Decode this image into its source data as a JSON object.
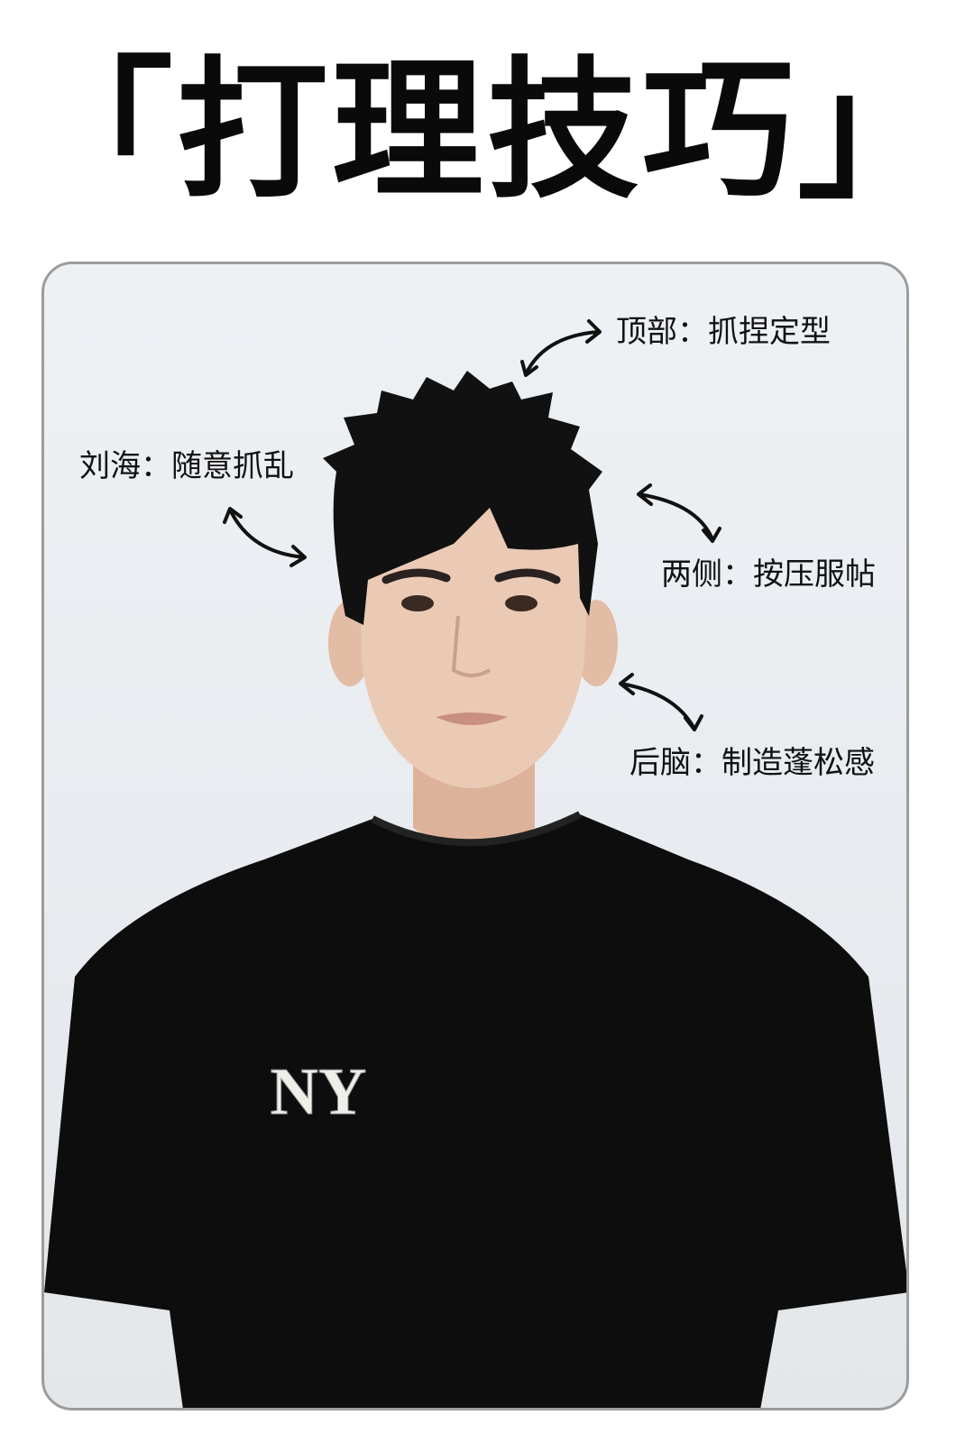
{
  "title": "「打理技巧」",
  "annotations": {
    "top": "顶部：抓捏定型",
    "bangs": "刘海：随意抓乱",
    "sides": "两侧：按压服帖",
    "back": "后脑：制造蓬松感"
  },
  "shirt_logo": "NY",
  "colors": {
    "frame_border": "#9c9c9c",
    "background": "#eceff2",
    "shirt": "#0d0d0d",
    "hair": "#111111",
    "skin": "#e9c7b0"
  }
}
